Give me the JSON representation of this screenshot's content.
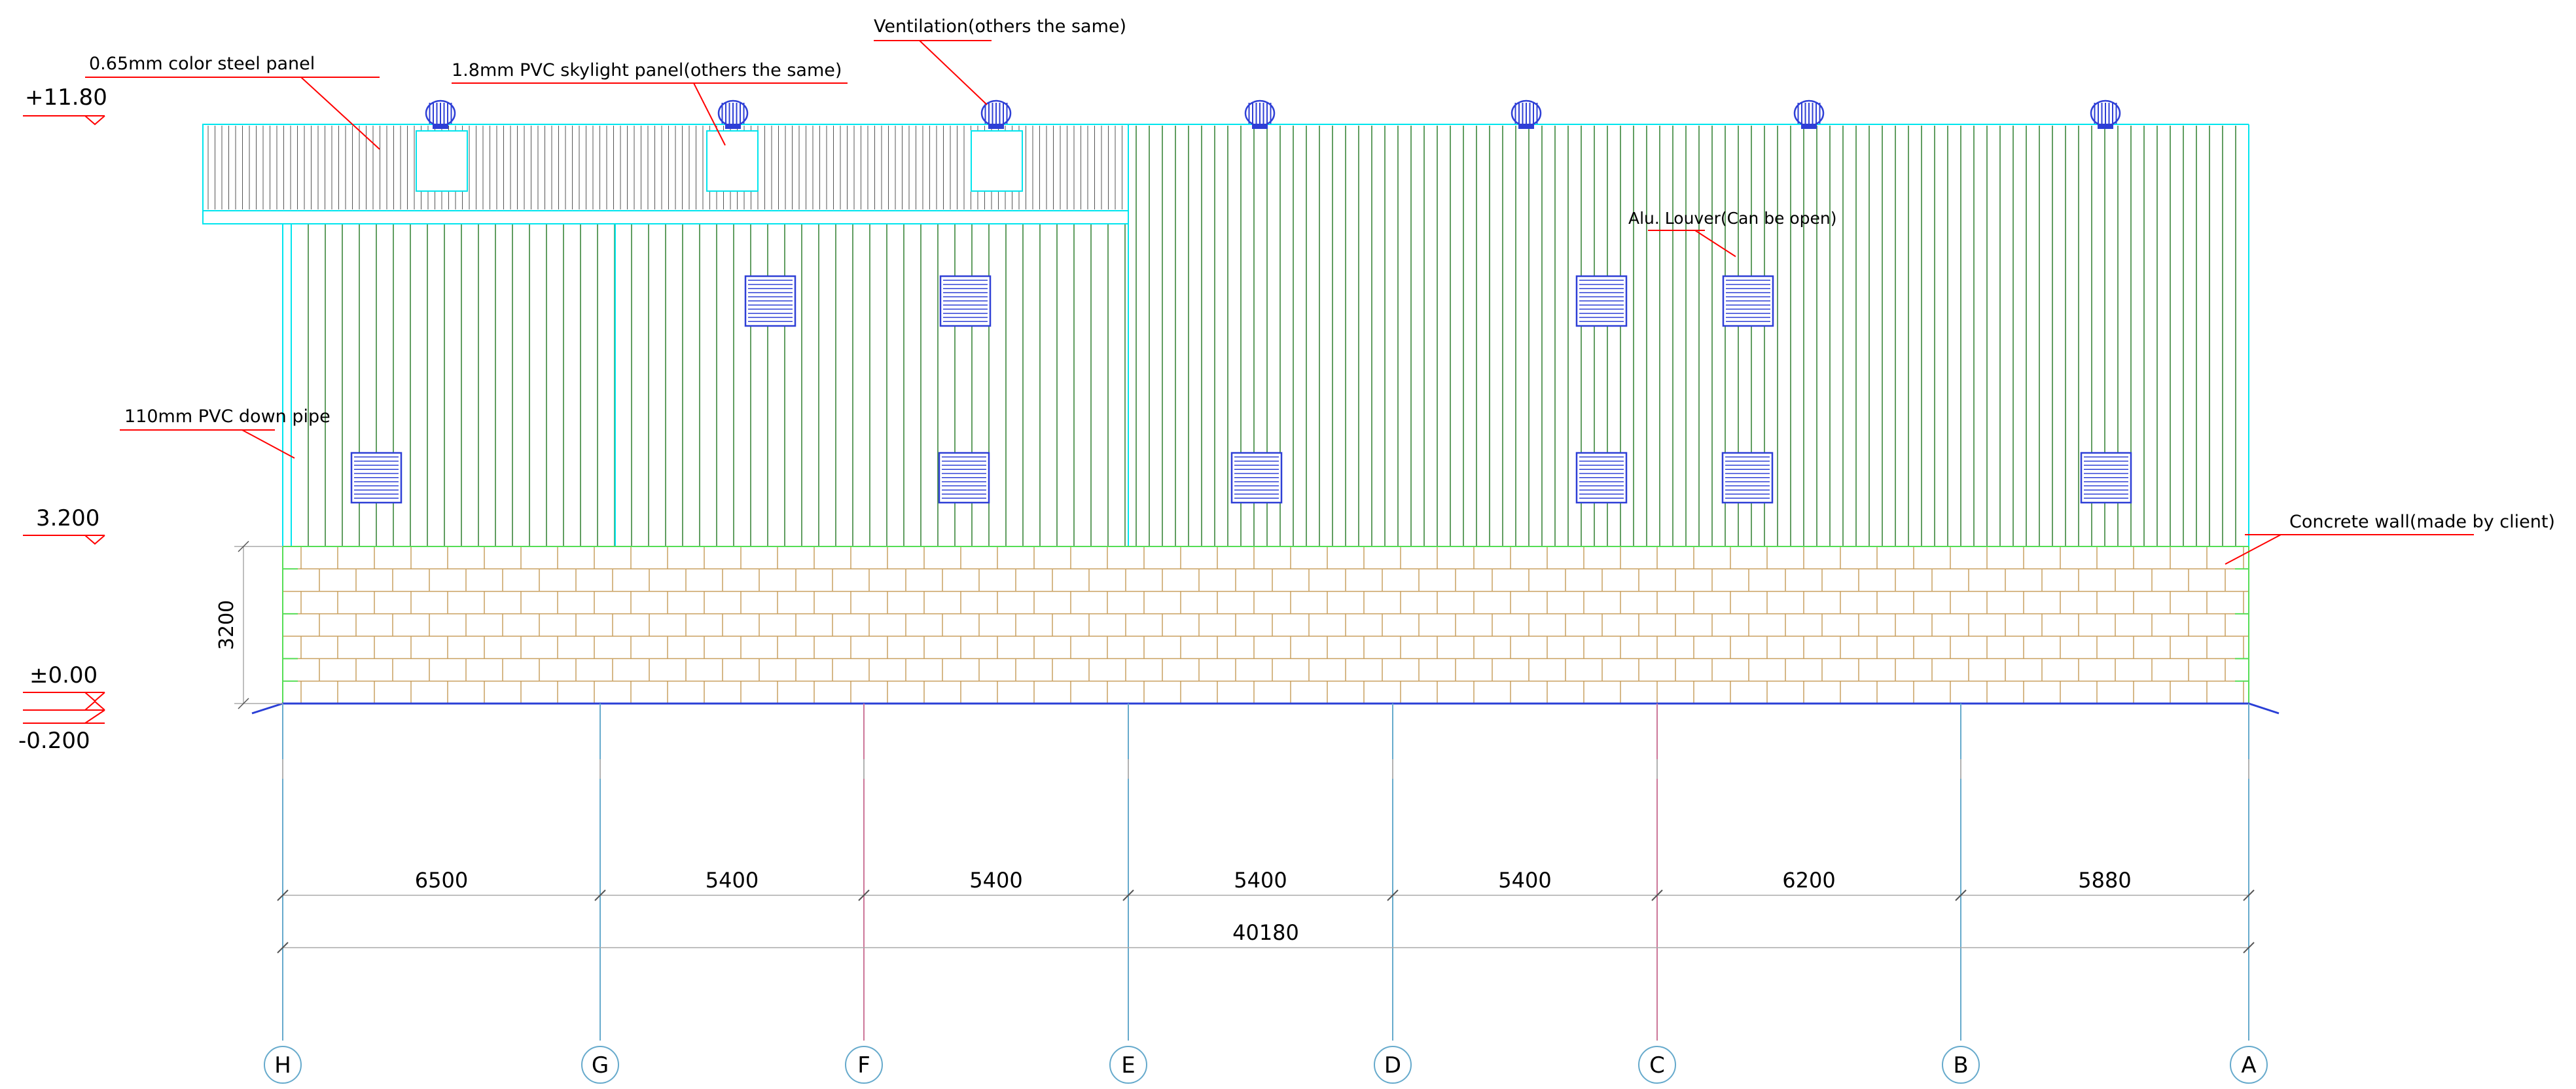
{
  "colors": {
    "background": "#ffffff",
    "panel_rib": "#2f7f2f",
    "outline": "#00e5ee",
    "wall_joint": "#c9a060",
    "wall_line": "#55dd55",
    "annotation": "#ff0000",
    "component": "#2e3fd6",
    "dimension": "#aaaaaa",
    "grid_line": "#66aacc",
    "grid_line_alt": "#cc7799",
    "ground": "#2a3fd6",
    "text": "#000000"
  },
  "levels": [
    {
      "id": "eaves",
      "label": "+11.80"
    },
    {
      "id": "wall-top",
      "label": "3.200"
    },
    {
      "id": "ground",
      "label": "±0.00"
    },
    {
      "id": "outside-ground",
      "label": "-0.200"
    }
  ],
  "callouts": [
    {
      "id": "color-steel-panel",
      "label": "0.65mm color steel panel"
    },
    {
      "id": "skylight-panel",
      "label": "1.8mm PVC skylight panel(others the same)"
    },
    {
      "id": "ventilation",
      "label": "Ventilation(others the same)"
    },
    {
      "id": "alu-louver",
      "label": "Alu. Louver(Can be open)"
    },
    {
      "id": "down-pipe",
      "label": "110mm PVC down pipe"
    },
    {
      "id": "concrete-wall",
      "label": "Concrete wall(made by client)"
    }
  ],
  "wall_height_dim": "3200",
  "bay_dims": [
    "6500",
    "5400",
    "5400",
    "5400",
    "5400",
    "6200",
    "5880"
  ],
  "total_dim": "40180",
  "grid_axes": [
    "H",
    "G",
    "F",
    "E",
    "D",
    "C",
    "B",
    "A"
  ]
}
